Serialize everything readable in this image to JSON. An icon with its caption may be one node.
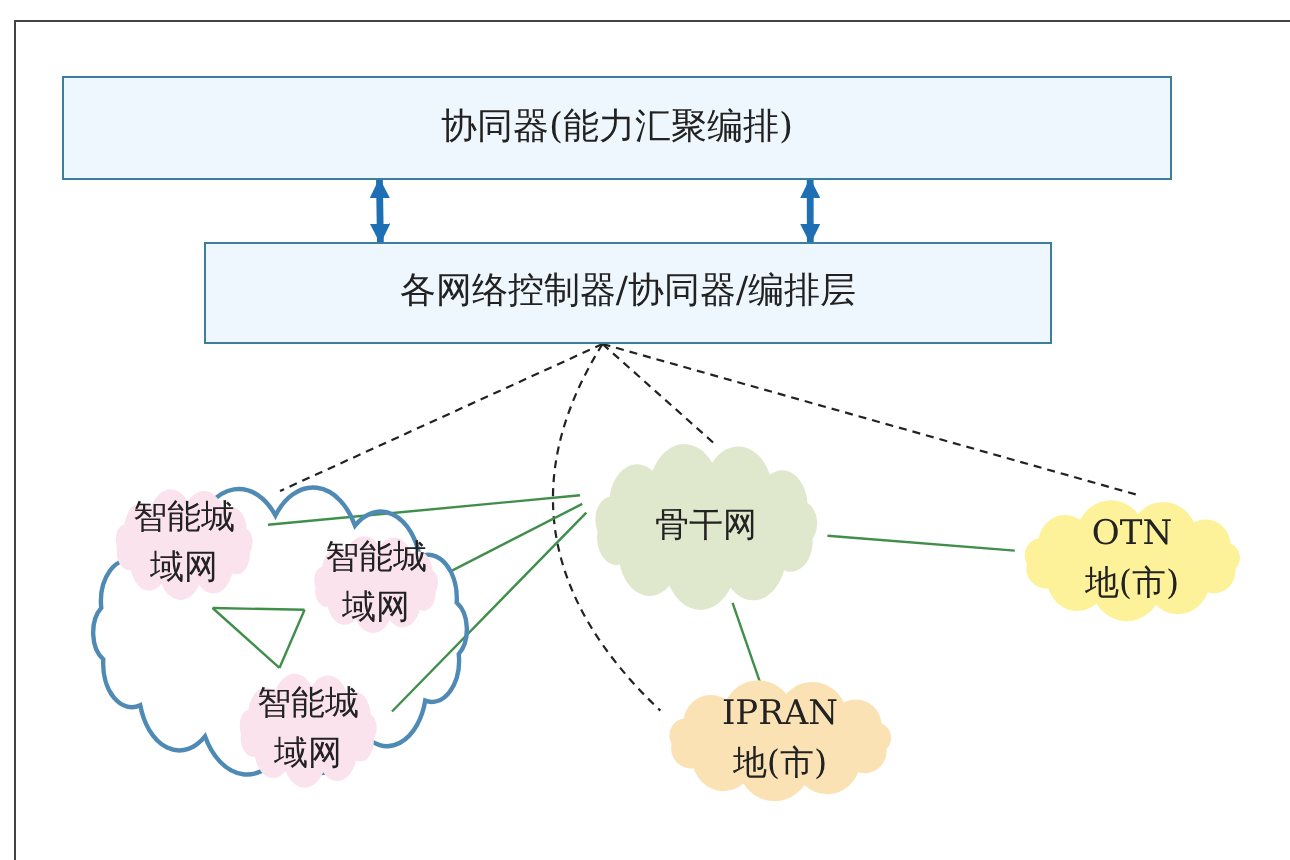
{
  "diagram": {
    "nodes": [
      {
        "text": [
          "协同器(能力汇聚编排)"
        ]
      },
      {
        "text": [
          "各网络控制器/协同器/编排层"
        ]
      },
      {
        "text": [],
        "shape": "cloud"
      },
      {
        "text": [
          "智能城域网"
        ],
        "in": 2
      },
      {
        "text": [
          "智能城域网"
        ],
        "in": 2
      },
      {
        "text": [
          "智能城域网"
        ],
        "in": 2
      },
      {
        "text": [
          "骨干网"
        ]
      },
      {
        "text": [
          "OTN 地(市)"
        ]
      },
      {
        "text": [
          "IPRAN 地(市)"
        ]
      }
    ],
    "edges": [
      {
        "from": 0,
        "to": 1,
        "arrow": "both",
        "style": "thick",
        "color": "#1f6fb5"
      },
      {
        "from": 0,
        "to": 1,
        "arrow": "both",
        "style": "thick",
        "color": "#1f6fb5"
      },
      {
        "from": 1,
        "to": 2,
        "arrow": "none",
        "style": "dashed",
        "color": "#222222"
      },
      {
        "from": 1,
        "to": 6,
        "arrow": "none",
        "style": "dashed",
        "color": "#222222"
      },
      {
        "from": 1,
        "to": 7,
        "arrow": "none",
        "style": "dashed",
        "color": "#222222"
      },
      {
        "from": 1,
        "to": 8,
        "arrow": "none",
        "style": "dashed",
        "color": "#222222"
      },
      {
        "from": 3,
        "to": 6,
        "arrow": "none"
      },
      {
        "from": 4,
        "to": 6,
        "arrow": "none"
      },
      {
        "from": 5,
        "to": 6,
        "arrow": "none"
      },
      {
        "from": 3,
        "to": 4,
        "arrow": "none"
      },
      {
        "from": 3,
        "to": 5,
        "arrow": "none"
      },
      {
        "from": 4,
        "to": 5,
        "arrow": "none"
      },
      {
        "from": 6,
        "to": 7,
        "arrow": "none"
      },
      {
        "from": 6,
        "to": 8,
        "arrow": "none"
      }
    ]
  }
}
